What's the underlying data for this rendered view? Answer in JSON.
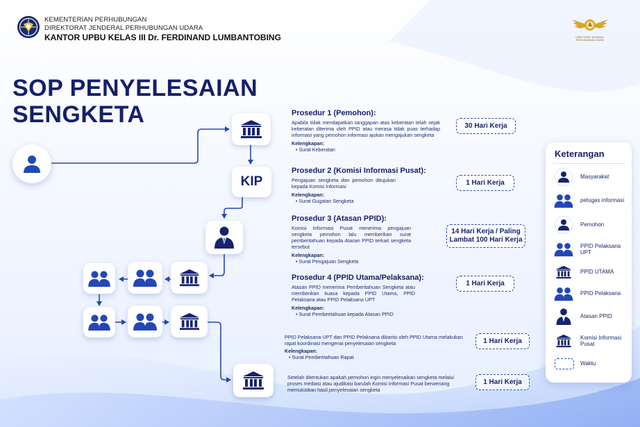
{
  "header": {
    "line1": "KEMENTERIAN PERHUBUNGAN",
    "line2": "DIREKTORAT JENDERAL PERHUBUNGAN UDARA",
    "line3": "KANTOR UPBU KELAS III Dr. FERDINAND LUMBANTOBING",
    "right_logo_caption": "DIREKTORAT JENDERAL PERHUBUNGAN UDARA"
  },
  "title": {
    "line1": "SOP PENYELESAIAN",
    "line2": "SENGKETA"
  },
  "flow": {
    "kip_label": "KIP"
  },
  "procedures": [
    {
      "heading": "Prosedur 1 (Pemohon):",
      "body": "Apabila tidak mendapatkan tanggapan atas keberatan telah sejak keberatan diterima oleh PPID atau merasa tidak puas terhadap informasi yang pemohon informasi ajukan mengajukan sengketa",
      "kelengkapan_label": "Kelengkapan:",
      "items": [
        "Surat Keberatan"
      ],
      "time": "30 Hari Kerja"
    },
    {
      "heading": "Prosedur 2 (Komisi Informasi Pusat):",
      "body": "Pengajuan sengketa dan pemohon ditujukan kepada Komisi Informasi",
      "kelengkapan_label": "Kelengkapan:",
      "items": [
        "Surat Gugatan Sengketa"
      ],
      "time": "1 Hari Kerja"
    },
    {
      "heading": "Prosedur 3 (Atasan PPID):",
      "body": "Komisi Informasi Pusat menerima pengajuan sengketa pemohon lalu memberikan surat pemberitahuan kepada Atasan PPID terkait sengketa tersebut",
      "kelengkapan_label": "Kelengkapan:",
      "items": [
        "Surat Pengajuan Sengketa"
      ],
      "time": "14 Hari Kerja / Paling Lambat 100 Hari Kerja"
    },
    {
      "heading": "Prosedur 4 (PPID Utama/Pelaksana):",
      "body": "Atasan PPID menerima Pemberitahuan Sengketa atau memberikan kuasa kepada PPID Utama, PPID Pelaksana atau PPID Pelaksana UPT",
      "kelengkapan_label": "Kelengkapan:",
      "items": [
        "Surat Pemberitahuan kepada Atasan PPID"
      ],
      "time": "1 Hari Kerja"
    },
    {
      "heading": "",
      "body": "PPID Pelaksana UPT dan PPID Pelaksana dibantu oleh PPID Utama melakukan rapat koordinasi mengenai penyelesaian sengketa",
      "kelengkapan_label": "Kelengkapan:",
      "items": [
        "Surat Pemberitahuan Rapat"
      ],
      "time": "1 Hari Kerja"
    },
    {
      "heading": "",
      "body": "Setelah ditentukan apakah pemohon ingin menyelesaikan sengketa melalui proses mediasi atau ajudikasi barulah Komisi Informasi Pusat berwenang memutuskan hasil penyelesaian sengketa",
      "kelengkapan_label": "",
      "items": [],
      "time": "1 Hari Kerja"
    }
  ],
  "legend": {
    "title": "Keterangan",
    "items": [
      {
        "icon": "person-icon",
        "label": "Masyarakat"
      },
      {
        "icon": "group-icon",
        "label": "petugas informasi"
      },
      {
        "icon": "person-icon",
        "label": "Pemohon"
      },
      {
        "icon": "group-icon",
        "label": "PPID Pelaksana UPT"
      },
      {
        "icon": "building-icon",
        "label": "PPID UTAMA"
      },
      {
        "icon": "group-icon",
        "label": "PPID Pelaksana"
      },
      {
        "icon": "official-icon",
        "label": "Atasan PPID"
      },
      {
        "icon": "building-icon",
        "label": "Komisi Informasi Pusat"
      },
      {
        "icon": "dashed-box-icon",
        "label": "Waktu"
      }
    ]
  },
  "colors": {
    "navy": "#16236f",
    "icon_blue": "#2347b8",
    "accent_blue": "#2a4bb8",
    "gold": "#d9a52a"
  }
}
